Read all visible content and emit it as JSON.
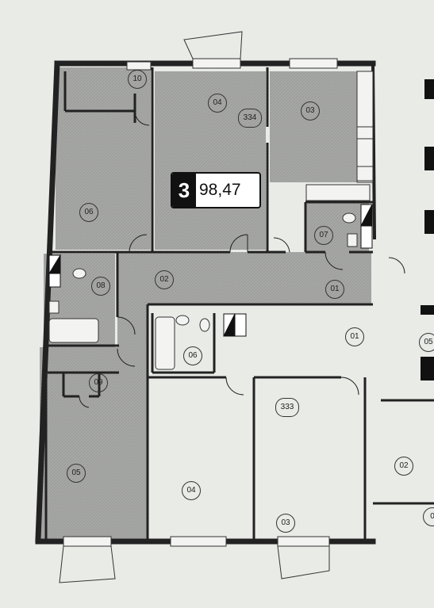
{
  "plan": {
    "apartment_number": "3",
    "apartment_area": "98,47",
    "apartment_id_top": "334",
    "apartment_id_bottom": "333",
    "colors": {
      "paper": "#e9ebe7",
      "shade": "#a9aaa8",
      "wall": "#222222",
      "badge": "#111111"
    },
    "rooms": {
      "r10": "10",
      "r04_top": "04",
      "r03_top": "03",
      "r06_left": "06",
      "r07": "07",
      "r08": "08",
      "r02": "02",
      "r01_hall": "01",
      "r01_right": "01",
      "r06_bath": "06",
      "r05_right": "05",
      "r09": "09",
      "r05_left": "05",
      "r04_bottom": "04",
      "r03_bottom": "03",
      "r02_right": "02",
      "r0_edge": "0"
    }
  }
}
